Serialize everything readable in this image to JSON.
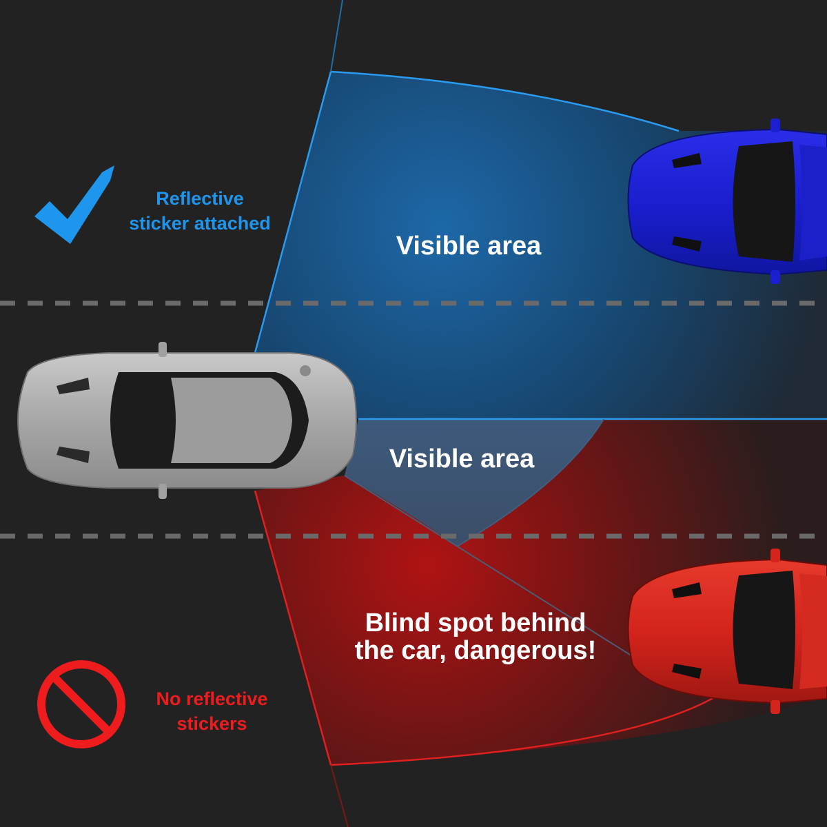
{
  "top_zone": {
    "title": "Visible area"
  },
  "middle_zone": {
    "title": "Visible area"
  },
  "blind_zone": {
    "line1": "Blind spot behind",
    "line2": "the car, dangerous!"
  },
  "with_sticker": {
    "line1": "Reflective",
    "line2": "sticker attached",
    "icon": "checkmark-icon",
    "color": "#1e96ee"
  },
  "without_sticker": {
    "line1": "No reflective",
    "line2": "stickers",
    "icon": "prohibition-icon",
    "color": "#ee1c1c"
  },
  "cars": {
    "subject_color": "#a9a9a9",
    "blue_car_color": "#1a1fd0",
    "red_car_color": "#d4241c"
  },
  "colors": {
    "background": "#222222",
    "lane_marking": "#6a6a6a",
    "visible_zone": "#1c6aa8",
    "blind_zone": "#b01414"
  }
}
